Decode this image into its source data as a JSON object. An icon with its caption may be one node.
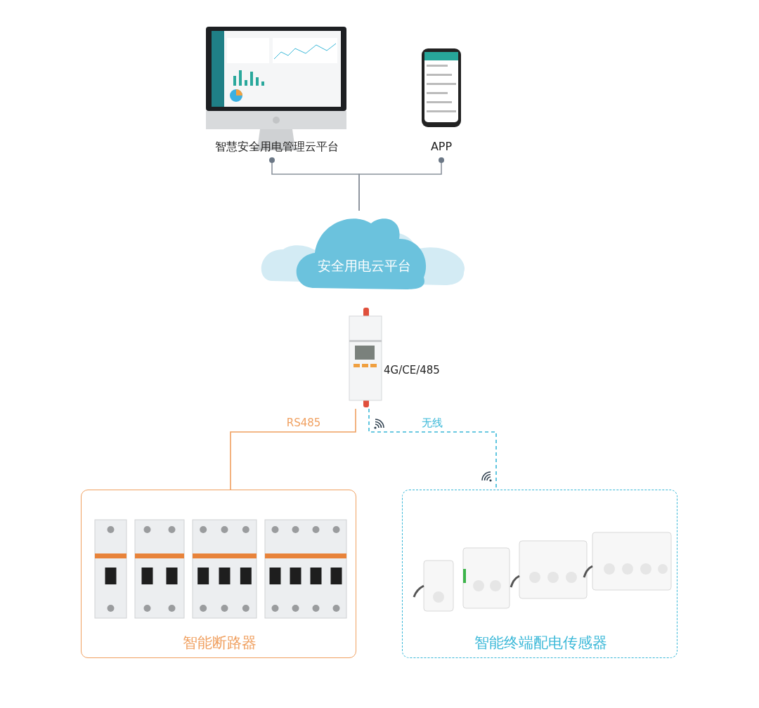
{
  "diagram": {
    "nodes": [
      {
        "text": [
          "智慧安全用电管理云平台"
        ]
      },
      {
        "text": [
          "APP"
        ]
      },
      {
        "text": [
          "安全用电云平台"
        ]
      },
      {
        "text": [
          "4G/CE/485"
        ]
      },
      {
        "text": [
          "智能断路器"
        ]
      },
      {
        "text": [
          "智能终端配电传感器"
        ]
      }
    ],
    "edges": [
      {
        "from": 0,
        "to": 2,
        "arrow": "other"
      },
      {
        "from": 1,
        "to": 2,
        "arrow": "other"
      },
      {
        "from": 3,
        "to": 4,
        "arrow": "none",
        "label": "RS485",
        "color": "#f0a060"
      },
      {
        "from": 3,
        "to": 5,
        "arrow": "none",
        "label": "无线",
        "style": "dashed",
        "color": "#3ab8d8"
      }
    ]
  }
}
